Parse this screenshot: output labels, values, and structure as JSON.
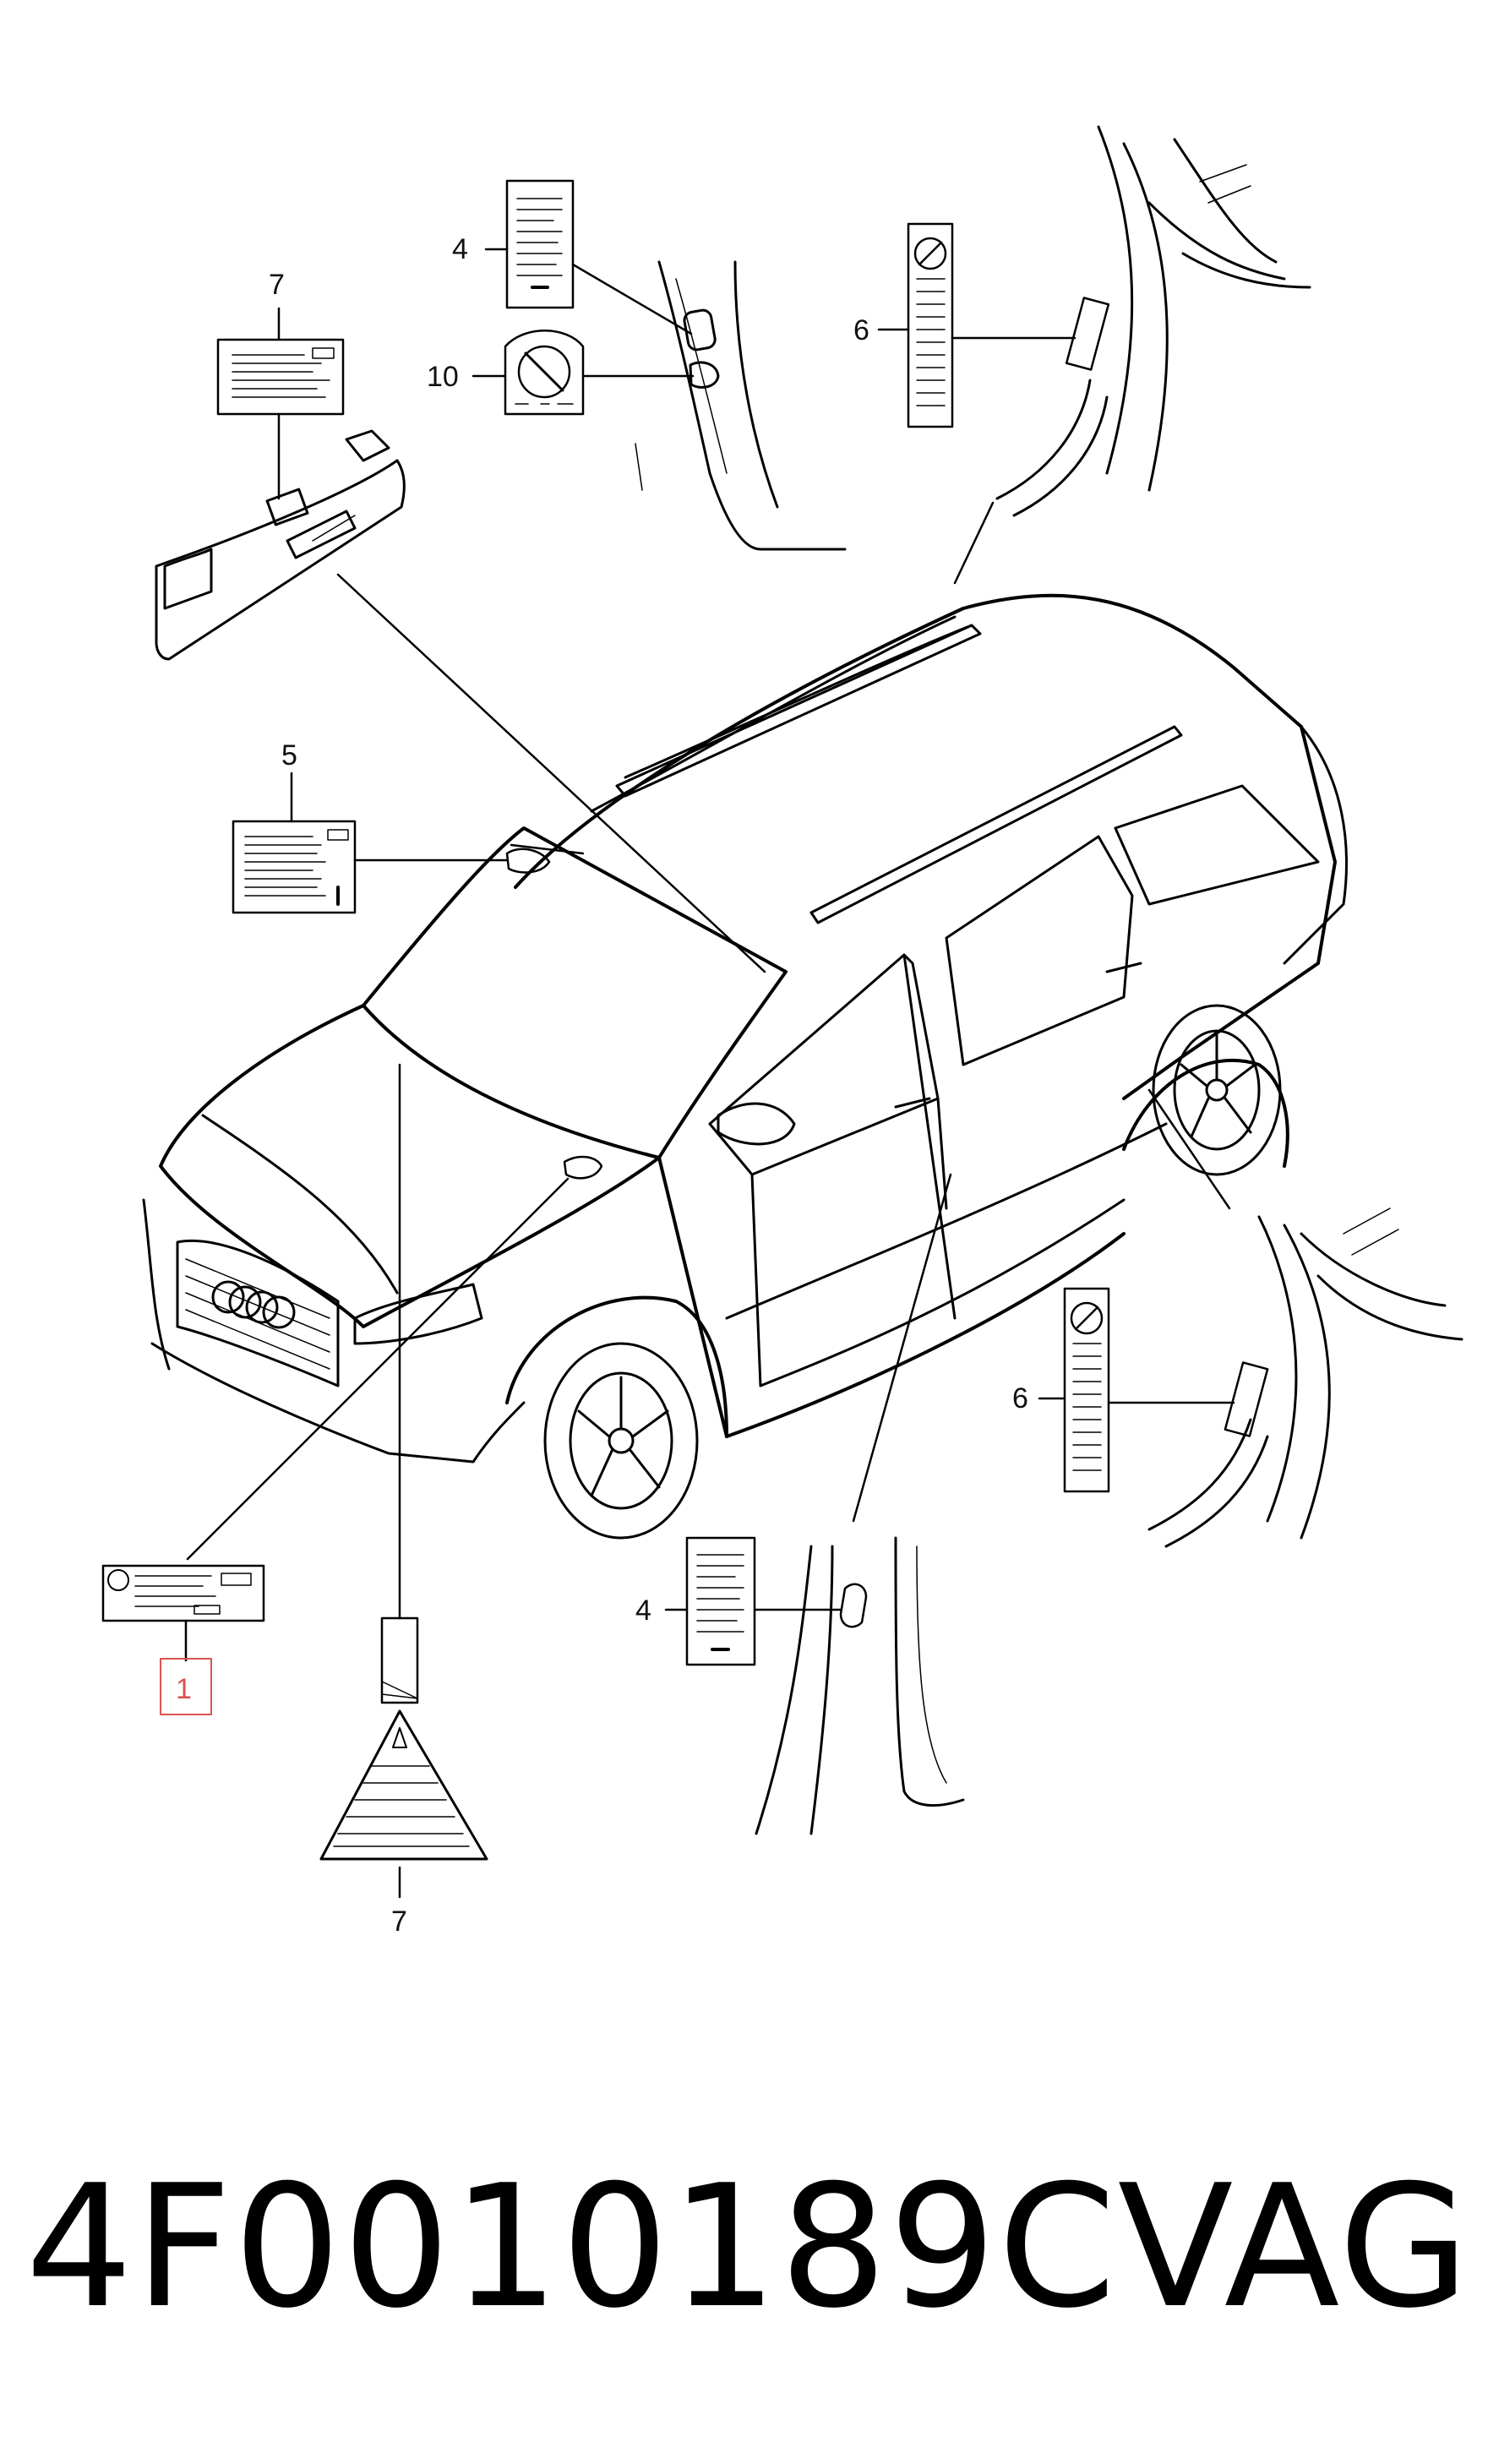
{
  "callouts": {
    "c1": "1",
    "c4_top": "4",
    "c4_bottom": "4",
    "c5": "5",
    "c6_top": "6",
    "c6_bottom": "6",
    "c7_top": "7",
    "c7_bottom": "7",
    "c10": "10"
  },
  "highlight_color": "#d9534f",
  "footer": {
    "part_number": "4F0010189C",
    "brand": "VAG"
  }
}
